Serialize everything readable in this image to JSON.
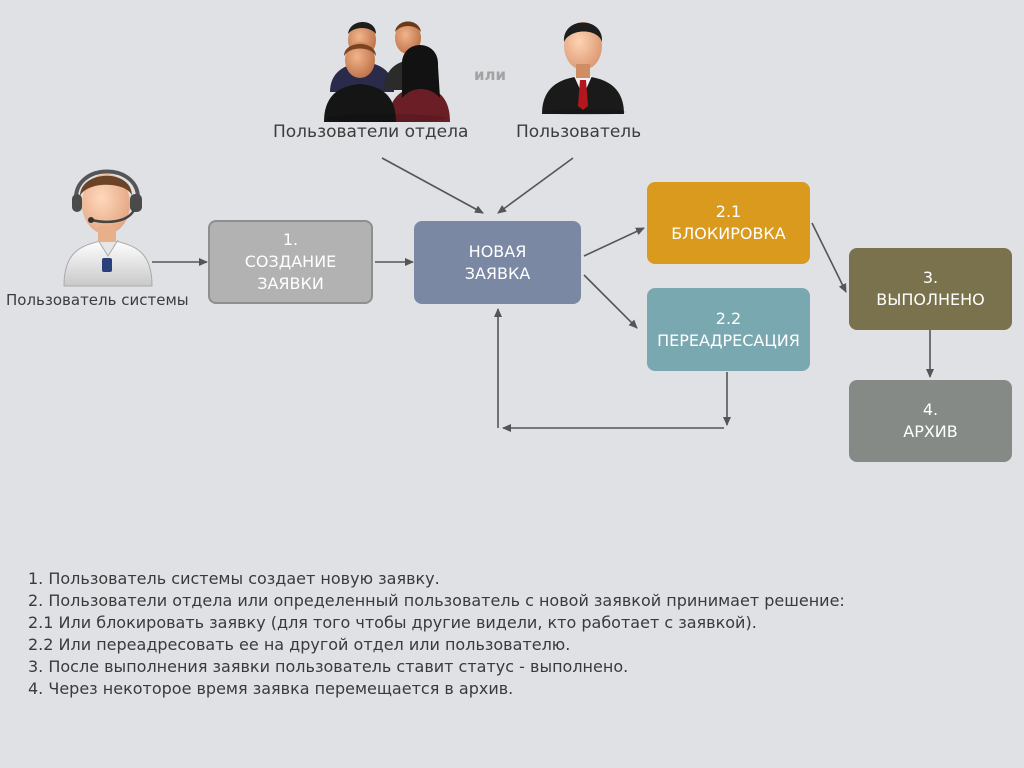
{
  "actors": {
    "system_user": "Пользователь системы",
    "department_users": "Пользователи отдела",
    "or_word": "или",
    "single_user": "Пользователь"
  },
  "boxes": {
    "create": {
      "num": "1.",
      "line1": "СОЗДАНИЕ",
      "line2": "ЗАЯВКИ",
      "color": "#b2b2b2"
    },
    "new": {
      "line1": "НОВАЯ",
      "line2": "ЗАЯВКА",
      "color": "#7a88a3"
    },
    "block": {
      "num": "2.1",
      "line1": "БЛОКИРОВКА",
      "color": "#d99a1e"
    },
    "redirect": {
      "num": "2.2",
      "line1": "ПЕРЕАДРЕСАЦИЯ",
      "color": "#79a8b0"
    },
    "done": {
      "num": "3.",
      "line1": "ВЫПОЛНЕНО",
      "color": "#7a724c"
    },
    "archive": {
      "num": "4.",
      "line1": "АРХИВ",
      "color": "#868a87"
    }
  },
  "notes": [
    "1. Пользователь системы создает новую заявку.",
    "2. Пользователи отдела или определенный пользователь с новой заявкой принимает решение:",
    "2.1 Или блокировать заявку (для того чтобы другие видели, кто работает с заявкой).",
    "2.2 Или переадресовать ее на другой отдел или пользователю.",
    "3. После выполнения заявки пользователь ставит статус - выполнено.",
    "4. Через некоторое время заявка перемещается в архив."
  ]
}
